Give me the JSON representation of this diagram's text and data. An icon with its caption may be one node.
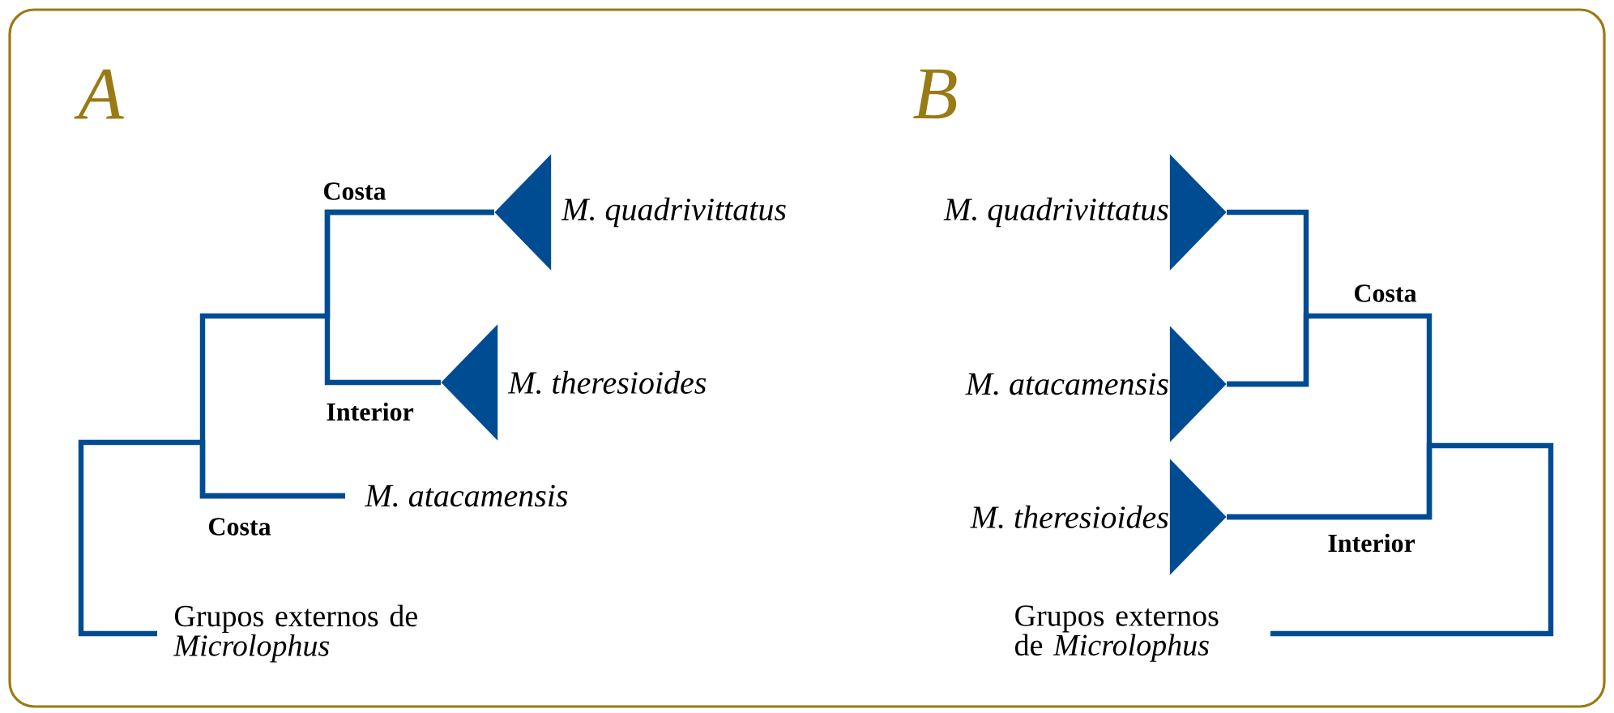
{
  "diagram": {
    "nodes": [
      {
        "text": [
          "M. quadrivittatus"
        ]
      },
      {
        "text": [
          "M. theresioides"
        ]
      },
      {
        "text": [
          "M. atacamensis"
        ]
      },
      {
        "text": [
          "Grupos externos de *Microlophus*"
        ]
      },
      {
        "text": [
          "M. quadrivittatus"
        ]
      },
      {
        "text": [
          "M. atacamensis"
        ]
      },
      {
        "text": [
          "M. theresioides"
        ]
      },
      {
        "text": [
          "Grupos externos de *Microlophus*"
        ]
      }
    ],
    "edges": [
      {
        "from": 0,
        "to": 1,
        "arrow": "none"
      },
      {
        "from": 2,
        "to": 0,
        "arrow": "none"
      },
      {
        "from": 3,
        "to": 2,
        "arrow": "none"
      },
      {
        "from": 4,
        "to": 5,
        "arrow": "none"
      },
      {
        "from": 5,
        "to": 6,
        "arrow": "none"
      },
      {
        "from": 7,
        "to": 6,
        "arrow": "none"
      }
    ],
    "labels": [
      "A",
      "B",
      "Costa",
      "Interior",
      "Costa",
      "Costa",
      "Interior"
    ]
  }
}
